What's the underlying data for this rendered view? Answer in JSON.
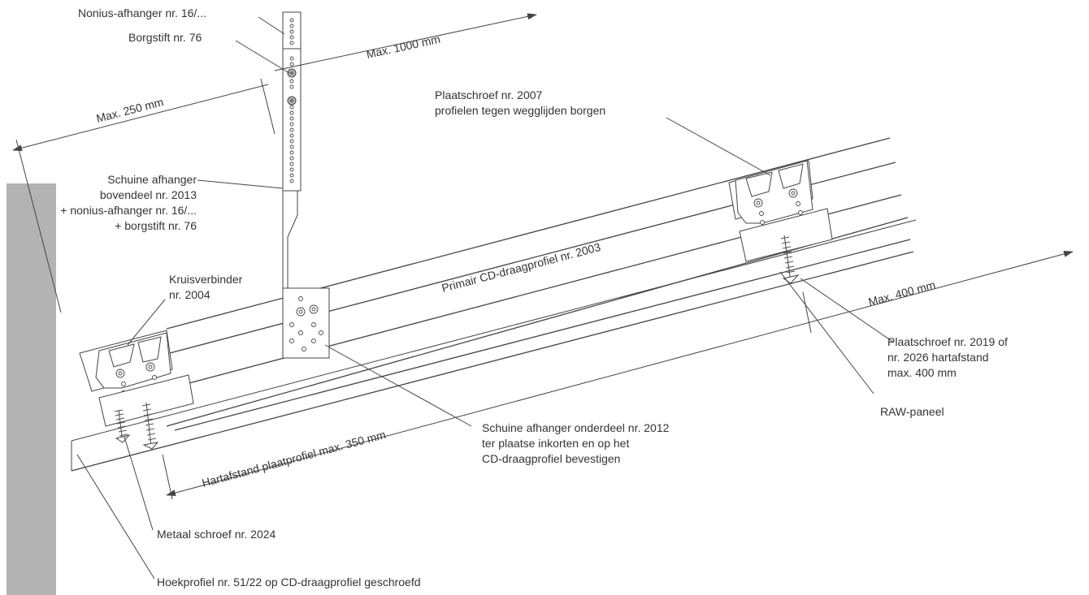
{
  "diagram": {
    "colors": {
      "wall": "#b3b3b3",
      "line": "#444444",
      "text": "#333333"
    },
    "dimensions": {
      "max_1000": "Max. 1000 mm",
      "max_250": "Max. 250 mm",
      "max_400": "Max. 400 mm",
      "hartafstand": "Hartafstand plaatprofiel max. 350 mm",
      "primair": "Primair CD-draagprofiel nr. 2003"
    },
    "labels": {
      "nonius": "Nonius-afhanger nr. 16/...",
      "borgstift": "Borgstift nr. 76",
      "schuine_1": "Schuine afhanger",
      "schuine_2": "bovendeel nr. 2013",
      "schuine_3": "+ nonius-afhanger nr. 16/...",
      "schuine_4": "+ borgstift nr. 76",
      "kruis_1": "Kruisverbinder",
      "kruis_2": "nr. 2004",
      "plaat2007_1": "Plaatschroef nr. 2007",
      "plaat2007_2": "profielen tegen wegglijden borgen",
      "plaat2019_1": "Plaatschroef nr. 2019 of",
      "plaat2019_2": "nr. 2026 hartafstand",
      "plaat2019_3": "max. 400 mm",
      "raw": "RAW-paneel",
      "onderdeel_1": "Schuine afhanger onderdeel nr. 2012",
      "onderdeel_2": "ter plaatse inkorten en op het",
      "onderdeel_3": "CD-draagprofiel bevestigen",
      "metaal": "Metaal schroef nr. 2024",
      "hoek": "Hoekprofiel nr. 51/22 op CD-draagprofiel geschroefd"
    }
  }
}
